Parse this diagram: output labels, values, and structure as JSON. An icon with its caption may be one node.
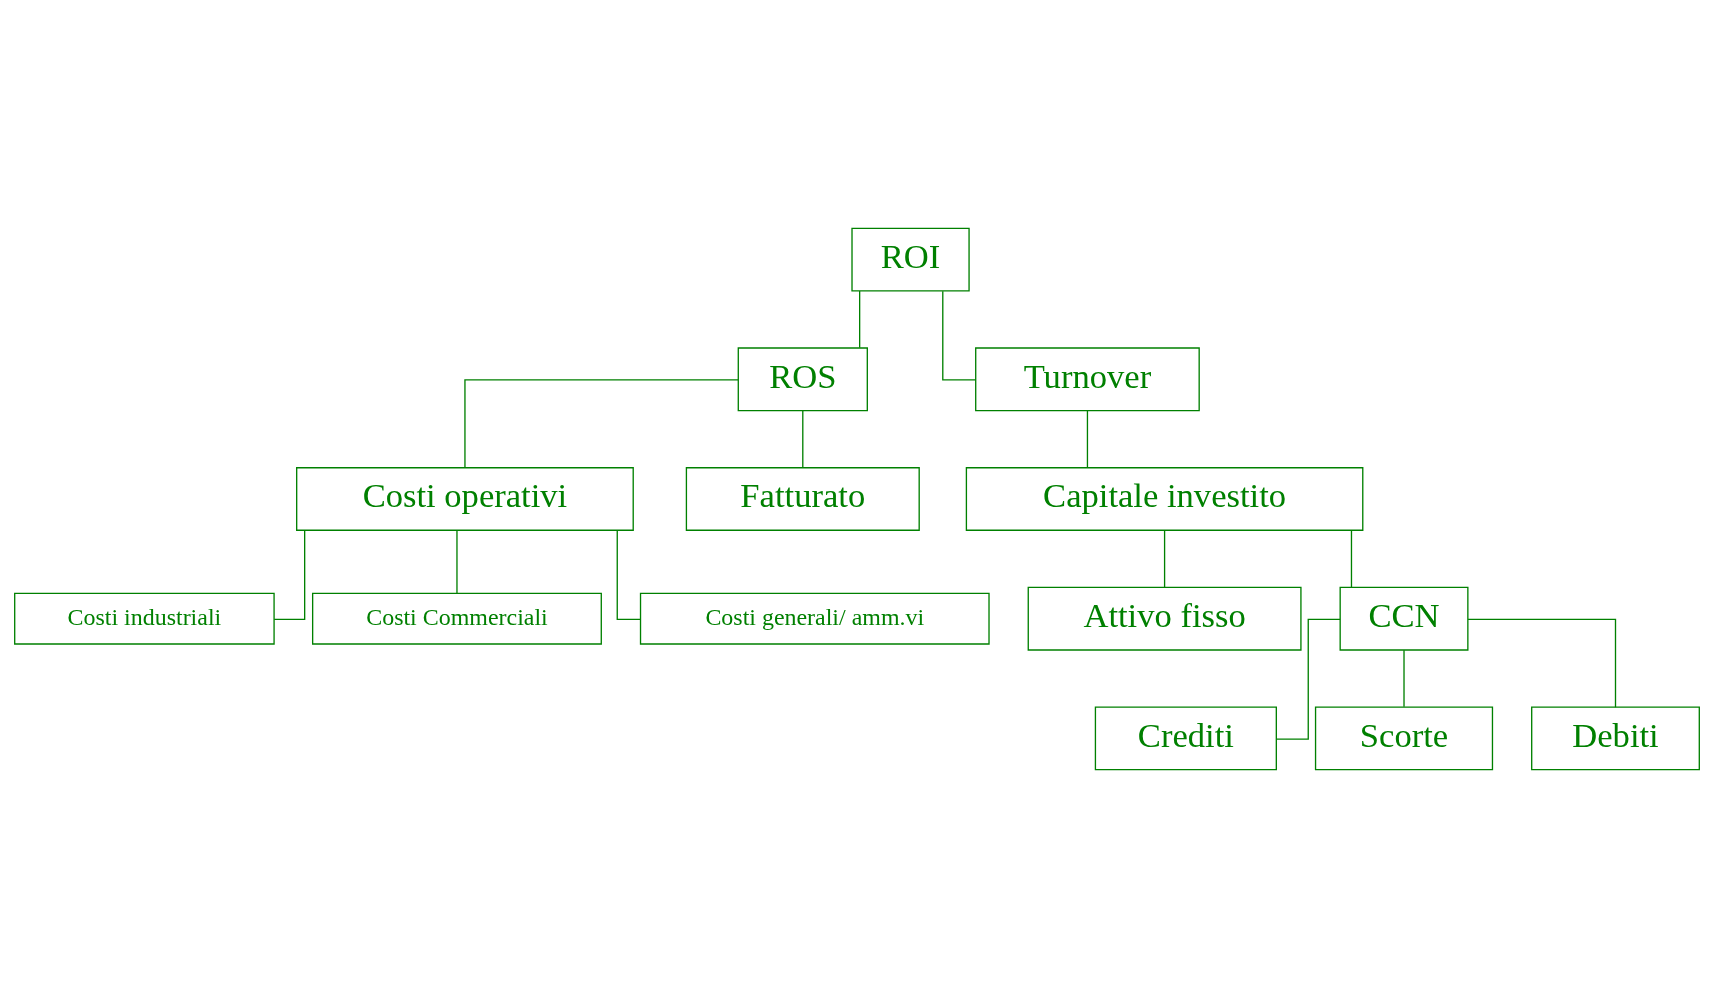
{
  "diagram": {
    "nodes": [
      {
        "text": [
          "ROI"
        ]
      },
      {
        "text": [
          "ROS"
        ]
      },
      {
        "text": [
          "Turnover"
        ]
      },
      {
        "text": [
          "Costi operativi"
        ]
      },
      {
        "text": [
          "Fatturato"
        ]
      },
      {
        "text": [
          "Capitale investito"
        ]
      },
      {
        "text": [
          "Costi industriali"
        ]
      },
      {
        "text": [
          "Costi Commerciali"
        ]
      },
      {
        "text": [
          "Costi generali/ amm.vi"
        ]
      },
      {
        "text": [
          "Attivo fisso"
        ]
      },
      {
        "text": [
          "CCN"
        ]
      },
      {
        "text": [
          "Crediti"
        ]
      },
      {
        "text": [
          "Scorte"
        ]
      },
      {
        "text": [
          "Debiti"
        ]
      }
    ],
    "edges": [
      {
        "from": 0,
        "to": 1,
        "arrow": "none"
      },
      {
        "from": 0,
        "to": 2,
        "arrow": "none"
      },
      {
        "from": 1,
        "to": 3,
        "arrow": "none"
      },
      {
        "from": 1,
        "to": 4,
        "arrow": "none"
      },
      {
        "from": 2,
        "to": 5,
        "arrow": "none"
      },
      {
        "from": 3,
        "to": 6,
        "arrow": "none"
      },
      {
        "from": 3,
        "to": 7,
        "arrow": "none"
      },
      {
        "from": 3,
        "to": 8,
        "arrow": "none"
      },
      {
        "from": 5,
        "to": 9,
        "arrow": "none"
      },
      {
        "from": 5,
        "to": 10,
        "arrow": "none"
      },
      {
        "from": 10,
        "to": 11,
        "arrow": "none"
      },
      {
        "from": 10,
        "to": 12,
        "arrow": "none"
      },
      {
        "from": 10,
        "to": 13,
        "arrow": "none"
      }
    ]
  }
}
